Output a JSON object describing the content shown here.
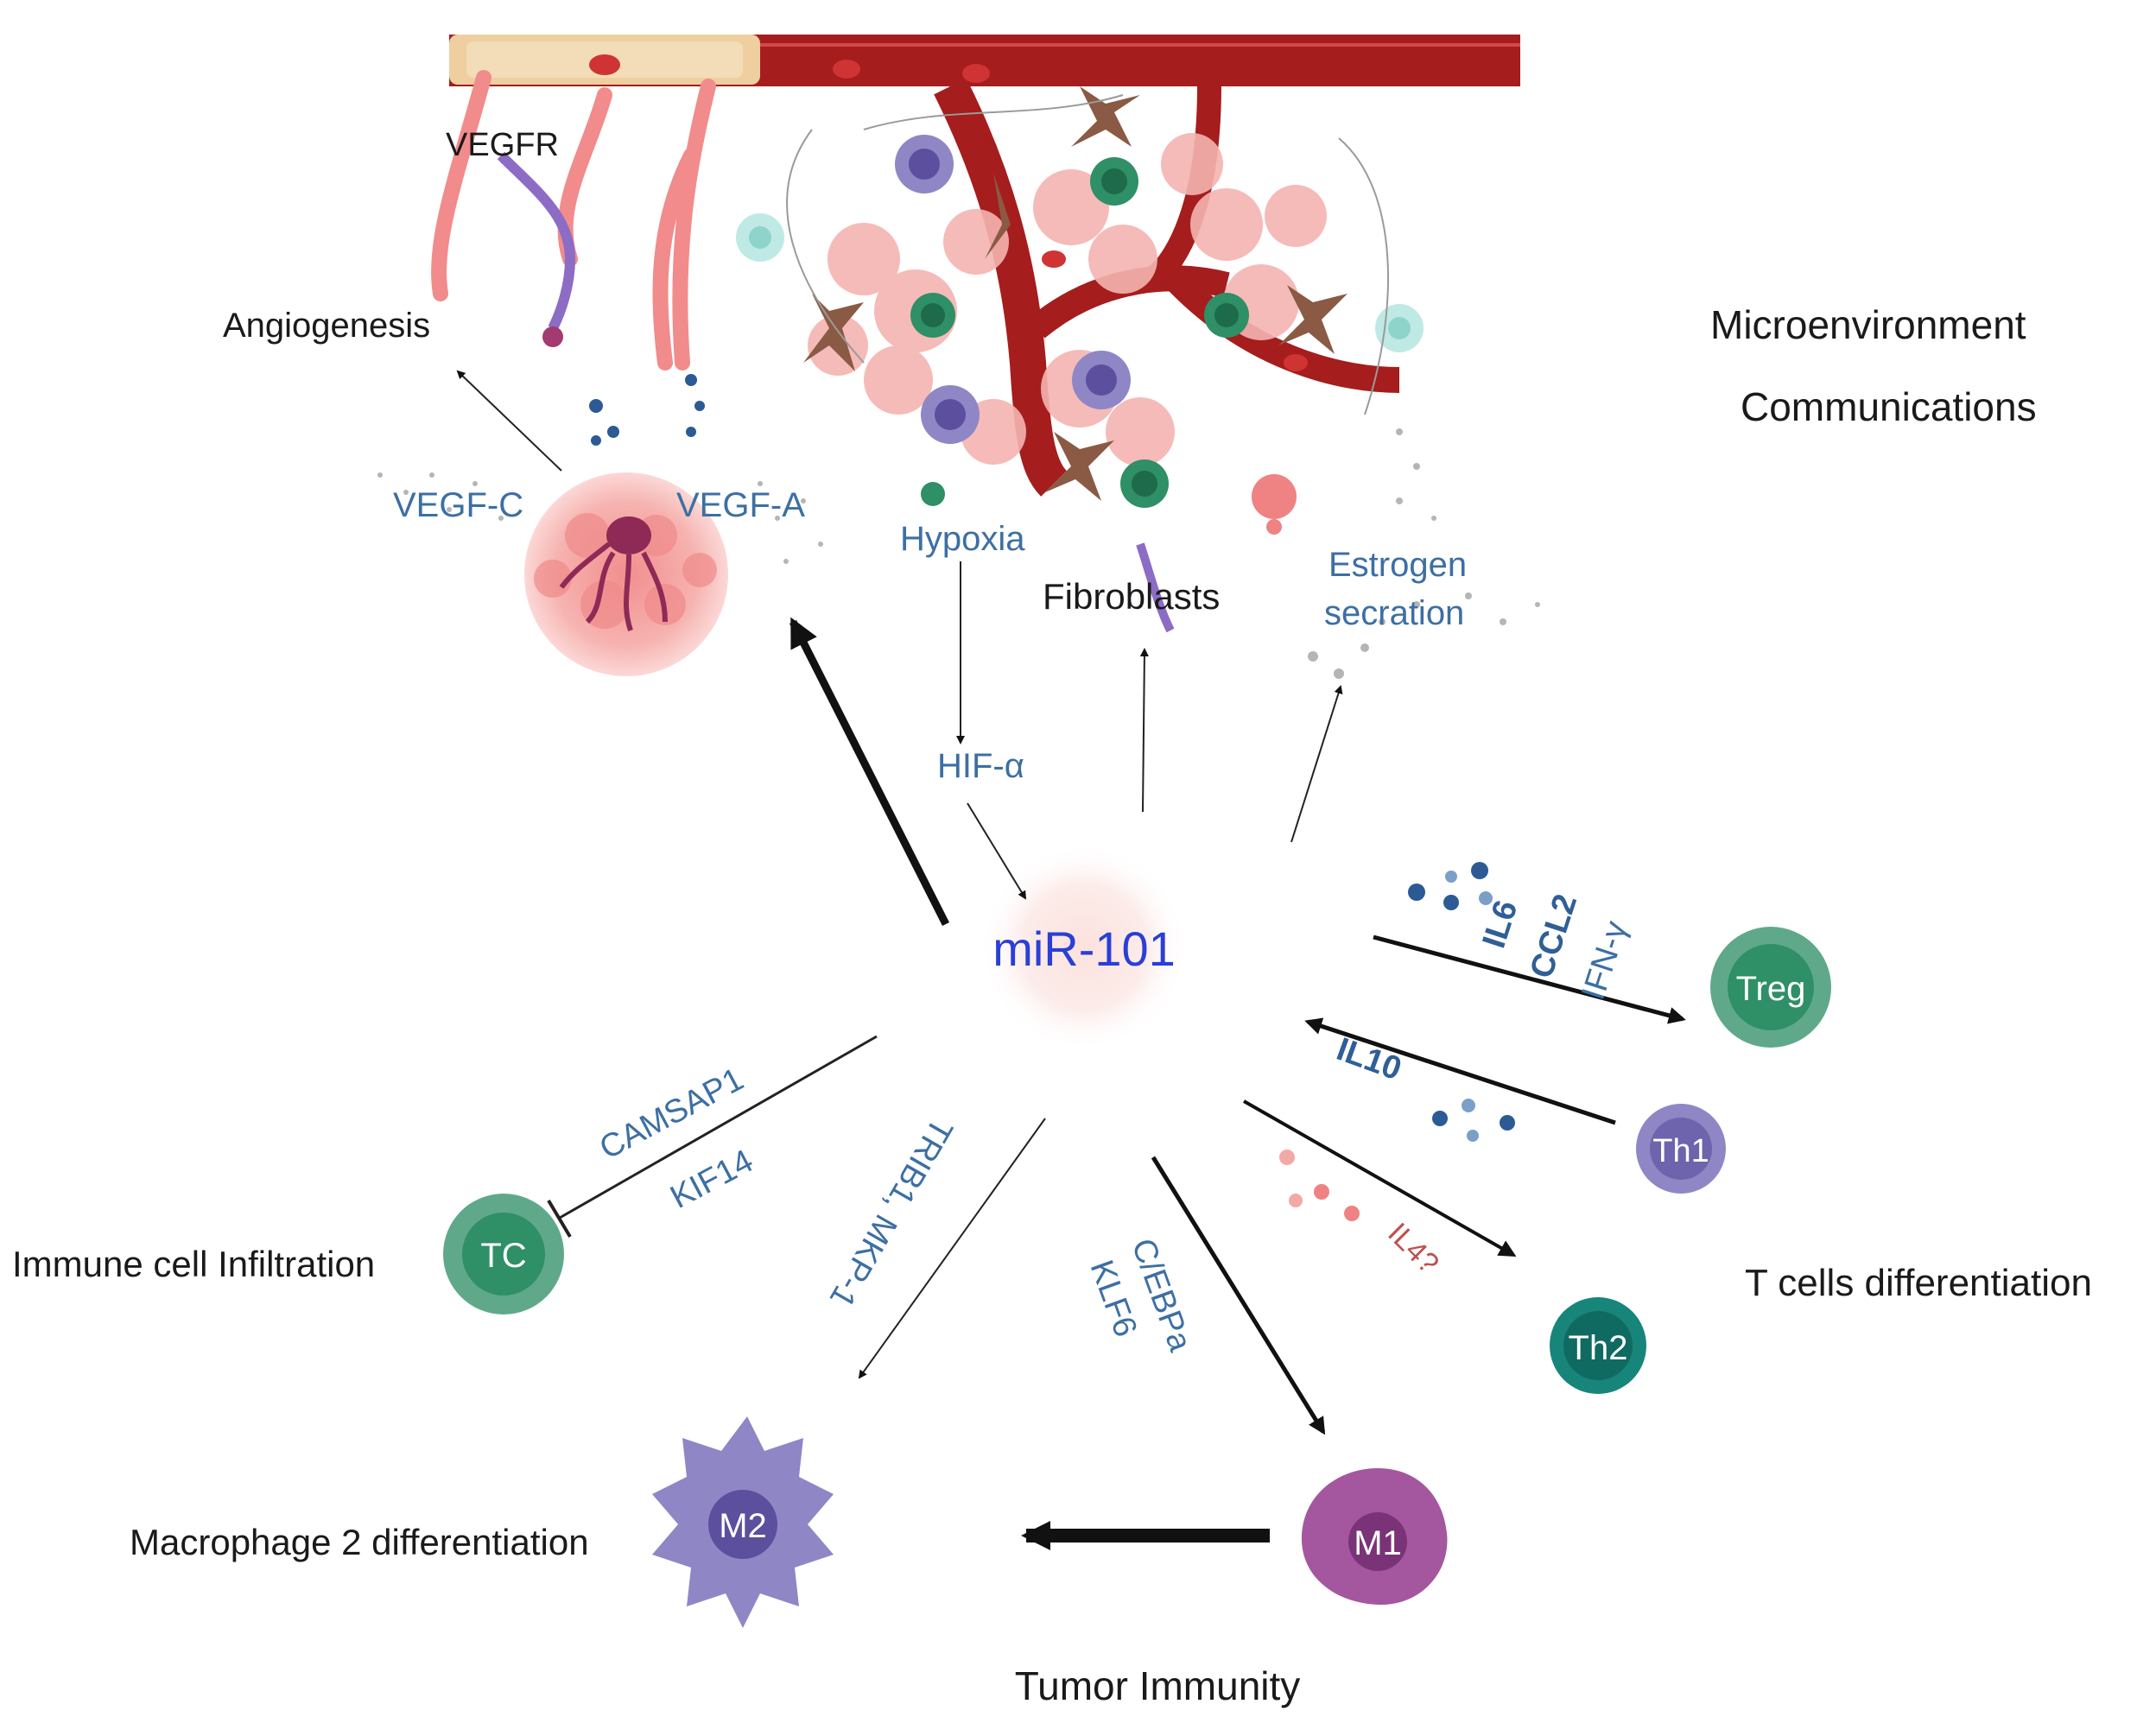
{
  "center": {
    "label": "miR-101"
  },
  "microenvironment": {
    "title_line1": "Microenvironment",
    "title_line2": "Communications",
    "angiogenesis": "Angiogenesis",
    "vegfr": "VEGFR",
    "vegf_c": "VEGF-C",
    "vegf_a": "VEGF-A",
    "hypoxia": "Hypoxia",
    "hif": "HIF-α",
    "fibroblasts": "Fibroblasts",
    "estrogen_line1": "Estrogen",
    "estrogen_line2": "secration"
  },
  "t_cells": {
    "title": "T cells differentiation",
    "il6": "IL6",
    "ccl2": "CCL2",
    "ifn": "IFN-γ",
    "il10": "IL10",
    "il4": "IL4?",
    "treg": "Treg",
    "th1": "Th1",
    "th2": "Th2"
  },
  "immune_infiltration": {
    "title": "Immune cell Infiltration",
    "camsap1": "CAMSAP1",
    "kif14": "KIF14",
    "tc": "TC"
  },
  "macrophage": {
    "title": "Macrophage 2 differentiation",
    "trib1": "TRIB1, MKP-1",
    "cebpa": "C/EBPa",
    "klf6": "KLF6",
    "m1": "M1",
    "m2": "M2"
  },
  "bottom": {
    "title": "Tumor Immunity"
  },
  "colors": {
    "label_blue": "#3d6fa3",
    "center_blue": "#2a3fd6",
    "vessel_red": "#a51d1d",
    "green_cell": "#2f8f66",
    "purple_cell": "#8f86c6",
    "teal_cell": "#17857a",
    "m1_purple": "#a4579f",
    "il4_red": "#c0504d"
  }
}
